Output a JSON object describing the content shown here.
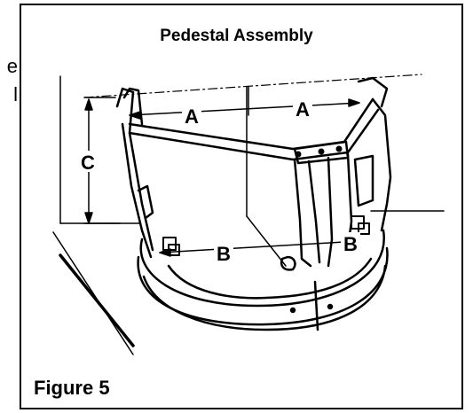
{
  "figure": {
    "title": "Pedestal Assembly",
    "caption": "Figure 5",
    "labels": {
      "a1": "A",
      "a2": "A",
      "b1": "B",
      "b2": "B",
      "c": "C"
    },
    "cutoff_text": [
      "e",
      "l"
    ]
  }
}
